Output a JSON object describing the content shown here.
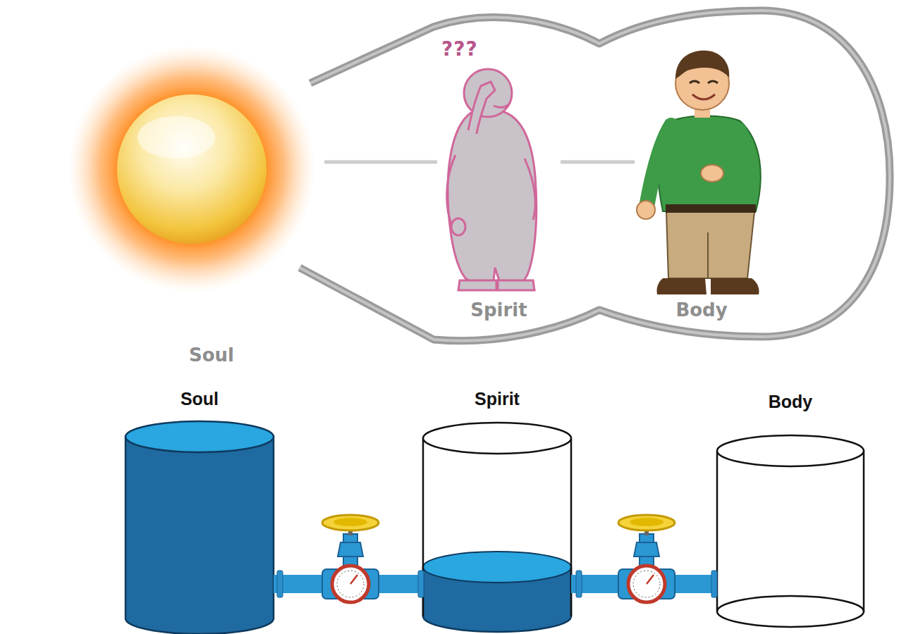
{
  "diagram": {
    "nodes": [
      {
        "text": [
          "Soul"
        ]
      },
      {
        "text": [
          "???",
          "Spirit"
        ]
      },
      {
        "text": [
          "Body"
        ]
      },
      {
        "text": [
          "Soul"
        ]
      },
      {
        "text": [
          "Spirit"
        ]
      },
      {
        "text": [
          "Body"
        ]
      }
    ],
    "edges": [
      {
        "from": 0,
        "to": 1,
        "arrow": "none"
      },
      {
        "from": 1,
        "to": 2,
        "arrow": "none"
      },
      {
        "from": 3,
        "to": 4,
        "arrow": "none"
      },
      {
        "from": 4,
        "to": 5,
        "arrow": "none"
      }
    ]
  }
}
